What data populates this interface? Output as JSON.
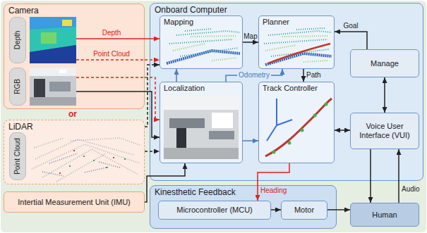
{
  "diagram": {
    "nodes": [
      {
        "text": [
          "Camera"
        ]
      },
      {
        "text": [
          "Depth"
        ],
        "in": 0
      },
      {
        "text": [
          "RGB"
        ],
        "in": 0
      },
      {
        "text": [
          "LiDAR"
        ]
      },
      {
        "text": [
          "Point Cloud"
        ],
        "in": 3
      },
      {
        "text": [
          "Intertial Measurement Unit (IMU)"
        ]
      },
      {
        "text": [
          "Onboard Computer"
        ]
      },
      {
        "text": [
          "Mapping"
        ],
        "in": 6
      },
      {
        "text": [
          "Planner"
        ],
        "in": 6
      },
      {
        "text": [
          "Localization"
        ],
        "in": 6
      },
      {
        "text": [
          "Track Controller"
        ],
        "in": 6
      },
      {
        "text": [
          "Manage"
        ],
        "in": 6
      },
      {
        "text": [
          "Voice User Interface (VUI)"
        ],
        "in": 6
      },
      {
        "text": [
          "Kinesthetic Feedback"
        ]
      },
      {
        "text": [
          "Microcontroller (MCU)"
        ],
        "in": 13
      },
      {
        "text": [
          "Motor"
        ],
        "in": 13
      },
      {
        "text": [
          "Human"
        ]
      }
    ],
    "edges": [
      {
        "from": 0,
        "to": 7,
        "arrow": "to",
        "label": "Depth"
      },
      {
        "from": 0,
        "to": 7,
        "arrow": "to",
        "label": "Point Cloud"
      },
      {
        "from": 0,
        "to": 9,
        "arrow": "to"
      },
      {
        "from": 0,
        "to": 9,
        "arrow": "to"
      },
      {
        "from": 3,
        "to": 9,
        "arrow": "to"
      },
      {
        "from": 3,
        "to": 7,
        "arrow": "to"
      },
      {
        "from": 5,
        "to": 9,
        "arrow": "to"
      },
      {
        "from": 7,
        "to": 8,
        "arrow": "to",
        "label": "Map"
      },
      {
        "from": 8,
        "to": 10,
        "arrow": "to",
        "label": "Path"
      },
      {
        "from": 9,
        "to": 7,
        "arrow": "to"
      },
      {
        "from": 9,
        "to": 8,
        "arrow": "to",
        "label": "Odometry"
      },
      {
        "from": 9,
        "to": 10,
        "arrow": "to"
      },
      {
        "from": 11,
        "to": 8,
        "arrow": "to",
        "label": "Goal"
      },
      {
        "from": 11,
        "to": 12,
        "arrow": "both"
      },
      {
        "from": 10,
        "to": 12,
        "arrow": "both"
      },
      {
        "from": 10,
        "to": 14,
        "arrow": "to",
        "label": "Heading"
      },
      {
        "from": 14,
        "to": 15,
        "arrow": "to"
      },
      {
        "from": 15,
        "to": 16,
        "arrow": "to"
      },
      {
        "from": 12,
        "to": 16,
        "arrow": "to"
      },
      {
        "from": 16,
        "to": 12,
        "arrow": "to",
        "label": "Audio"
      }
    ],
    "labels": [
      "or"
    ]
  }
}
